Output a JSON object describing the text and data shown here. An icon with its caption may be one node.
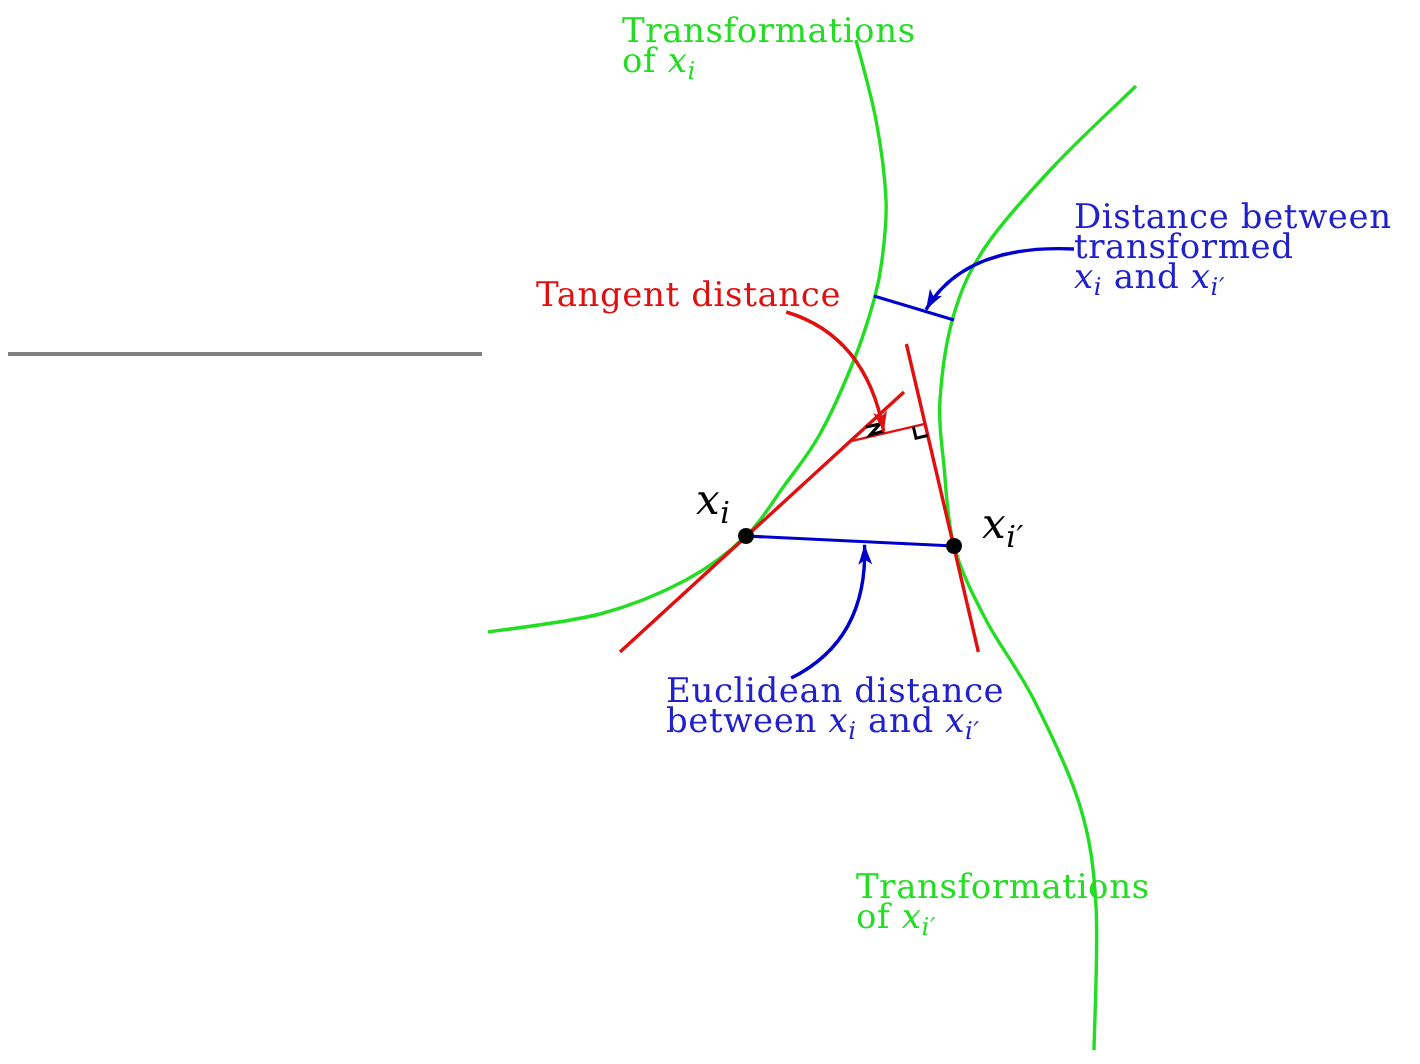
{
  "diagram": {
    "nodes": [
      {
        "text": [
          "Distance between transformed *x*$_{i}$ and *x*$_{i′}$"
        ]
      },
      {
        "text": [],
        "shape": "line"
      },
      {
        "text": [
          "Tangent distance"
        ]
      },
      {
        "text": [],
        "shape": "line"
      },
      {
        "text": [],
        "shape": "line"
      },
      {
        "text": [
          "Euclidean distance between *x*$_{i}$ and *x*$_{i′}$"
        ]
      }
    ],
    "edges": [
      {
        "from": 0,
        "to": 1,
        "arrow": "to"
      },
      {
        "from": 2,
        "to": 3,
        "arrow": "to",
        "color": "#e01010"
      },
      {
        "from": 5,
        "to": 4,
        "arrow": "to"
      }
    ],
    "labels": [
      "Transformations of *x*$_{i}$",
      "*x*$_{i}$",
      "*x*$_{i′}$",
      "Transformations of *x*$_{i′}$"
    ]
  }
}
